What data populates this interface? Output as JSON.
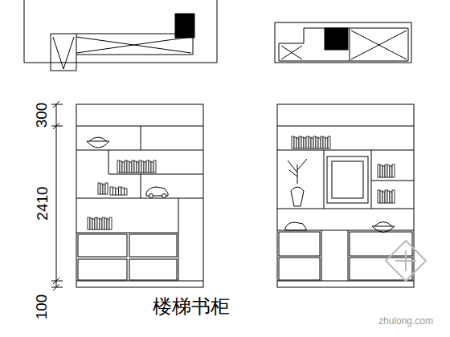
{
  "diagram": {
    "title": "楼梯书柜",
    "labels": [
      "300",
      "2410",
      "100",
      "zhulong.com"
    ]
  }
}
